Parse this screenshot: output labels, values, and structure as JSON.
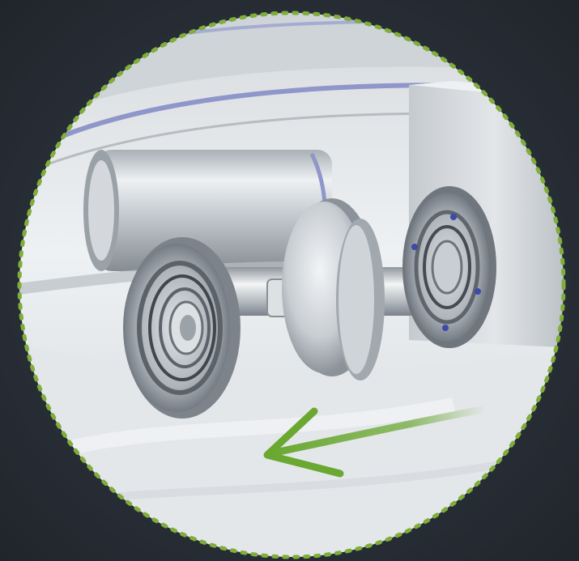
{
  "image": {
    "subject": "cutaway-render-of-hygienic-pump-assembly",
    "frame_shape": "circle",
    "frame_border_style": "dotted",
    "colors": {
      "background": "#2b313a",
      "frame_dots": "#7fae3a",
      "arrow": "#6aa832",
      "steel_light": "#e8ecef",
      "steel_mid": "#b9bfc5",
      "steel_dark": "#6f767d",
      "gasket_blue": "#7b86d6"
    },
    "icons": [
      "direction-arrow-icon"
    ]
  }
}
